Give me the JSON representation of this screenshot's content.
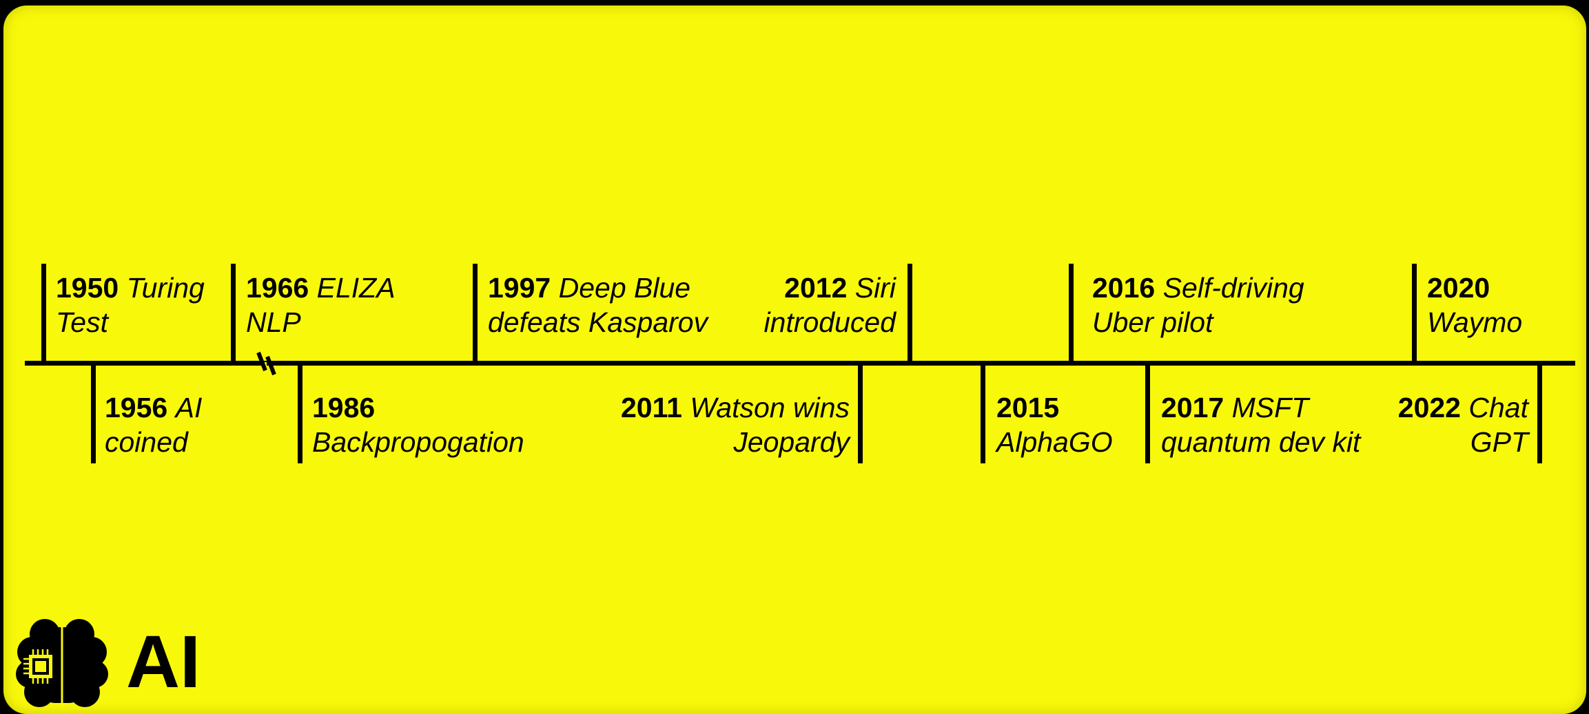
{
  "timeline": {
    "events_above": [
      {
        "year": "1950",
        "line1": "Turing",
        "line2": "Test"
      },
      {
        "year": "1966",
        "line1": "ELIZA",
        "line2": "NLP"
      },
      {
        "year": "1997",
        "line1": "Deep Blue",
        "line2": "defeats Kasparov"
      },
      {
        "year": "2012",
        "line1": "Siri",
        "line2": "introduced"
      },
      {
        "year": "2016",
        "line1": "Self-driving",
        "line2": "Uber pilot"
      },
      {
        "year": "2020",
        "line1": "",
        "line2": "Waymo"
      }
    ],
    "events_below": [
      {
        "year": "1956",
        "line1": "AI",
        "line2": "coined"
      },
      {
        "year": "1986",
        "line1": "",
        "line2": "Backpropogation"
      },
      {
        "year": "2011",
        "line1": "Watson wins",
        "line2": "Jeopardy"
      },
      {
        "year": "2015",
        "line1": "",
        "line2": "AlphaGO"
      },
      {
        "year": "2017",
        "line1": "MSFT",
        "line2": "quantum dev kit"
      },
      {
        "year": "2022",
        "line1": "Chat",
        "line2": "GPT"
      }
    ]
  },
  "logo": {
    "icon": "brain-chip-icon",
    "text": "AI"
  },
  "colors": {
    "background": "#f8f80a",
    "frame": "#000000",
    "ink": "#000000"
  }
}
